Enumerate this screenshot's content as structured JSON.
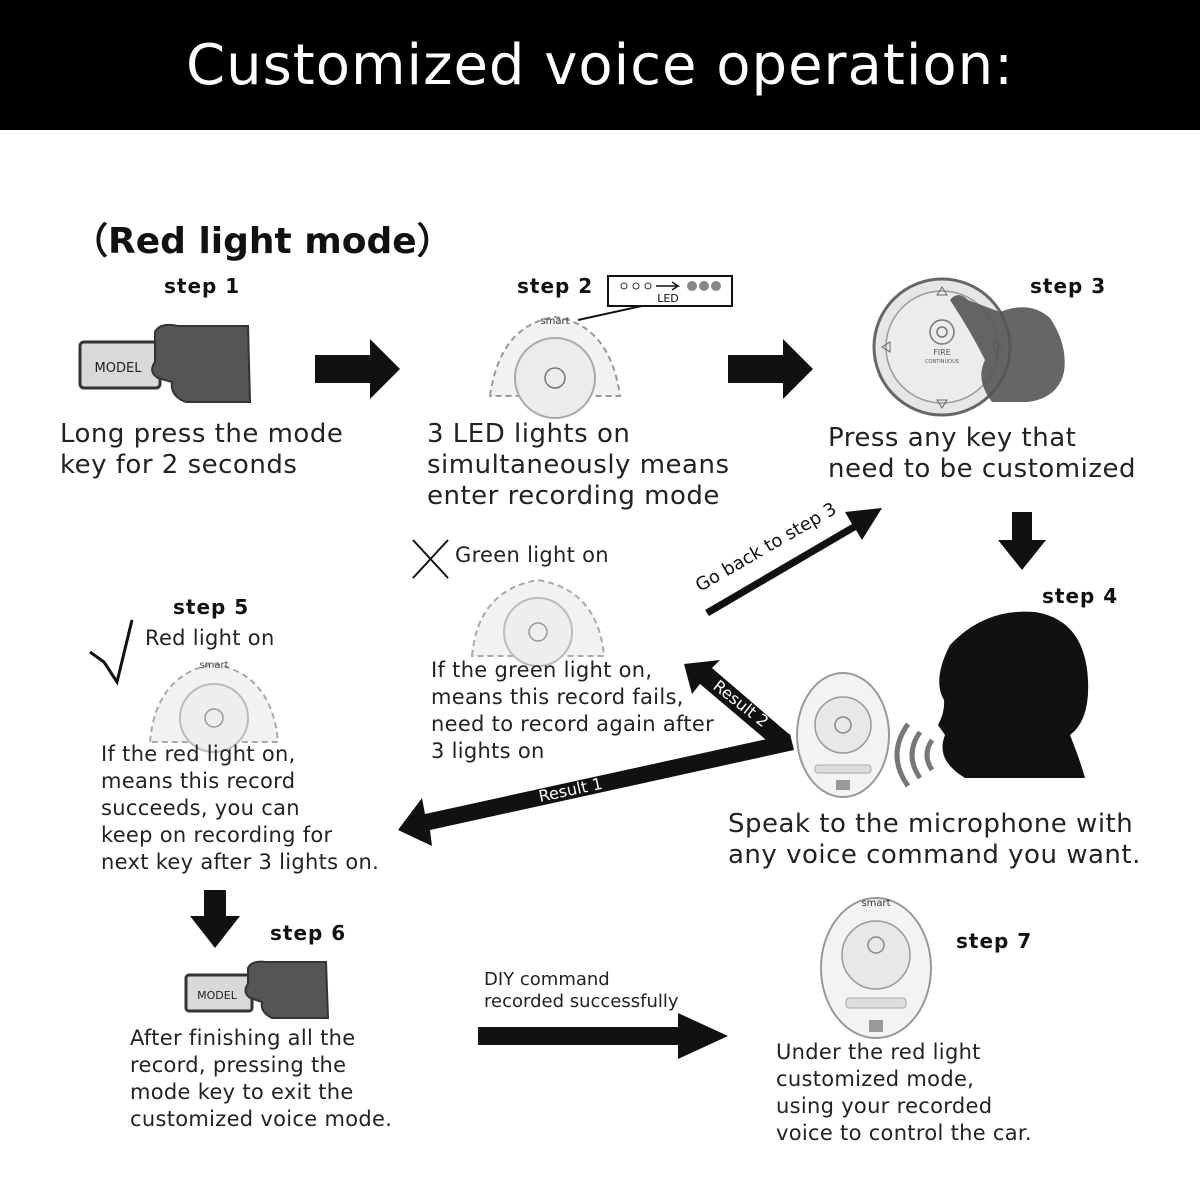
{
  "title": "Customized voice operation:",
  "mode_title": "（Red light mode）",
  "steps": {
    "s1": {
      "label": "step  1",
      "text": "Long press the mode\nkey for 2 seconds",
      "key_label": "MODEL"
    },
    "s2": {
      "label": "step  2",
      "text": "3 LED lights on\nsimultaneously means\nenter recording mode",
      "led_label": "LED",
      "brand": "smart"
    },
    "s3": {
      "label": "step  3",
      "text": "Press any key that\nneed to be customized",
      "fire_label": "FIRE",
      "continuous_label": "CONTINUOUS"
    },
    "s4": {
      "label": "step  4",
      "text": "Speak to the microphone with\nany voice command you want."
    },
    "s5": {
      "label": "step  5",
      "status": "Red light on",
      "text": "If the red light on,\nmeans this record\nsucceeds, you can\nkeep on recording for\nnext key after 3 lights on."
    },
    "s6": {
      "label": "step 6",
      "text": "After finishing all the\nrecord, pressing the\nmode key to exit the\ncustomized voice mode.",
      "key_label": "MODEL"
    },
    "s7": {
      "label": "step 7",
      "text": "Under the red light\ncustomized mode,\nusing your recorded\nvoice to control the car."
    }
  },
  "fail": {
    "status": "Green light on",
    "text": "If the green light on,\nmeans this record fails,\n need to record again after\n3 lights on"
  },
  "arrows": {
    "go_back": "Go back to step 3",
    "result1": "Result 1",
    "result2": "Result 2",
    "diy": "DIY command\nrecorded successfully"
  }
}
